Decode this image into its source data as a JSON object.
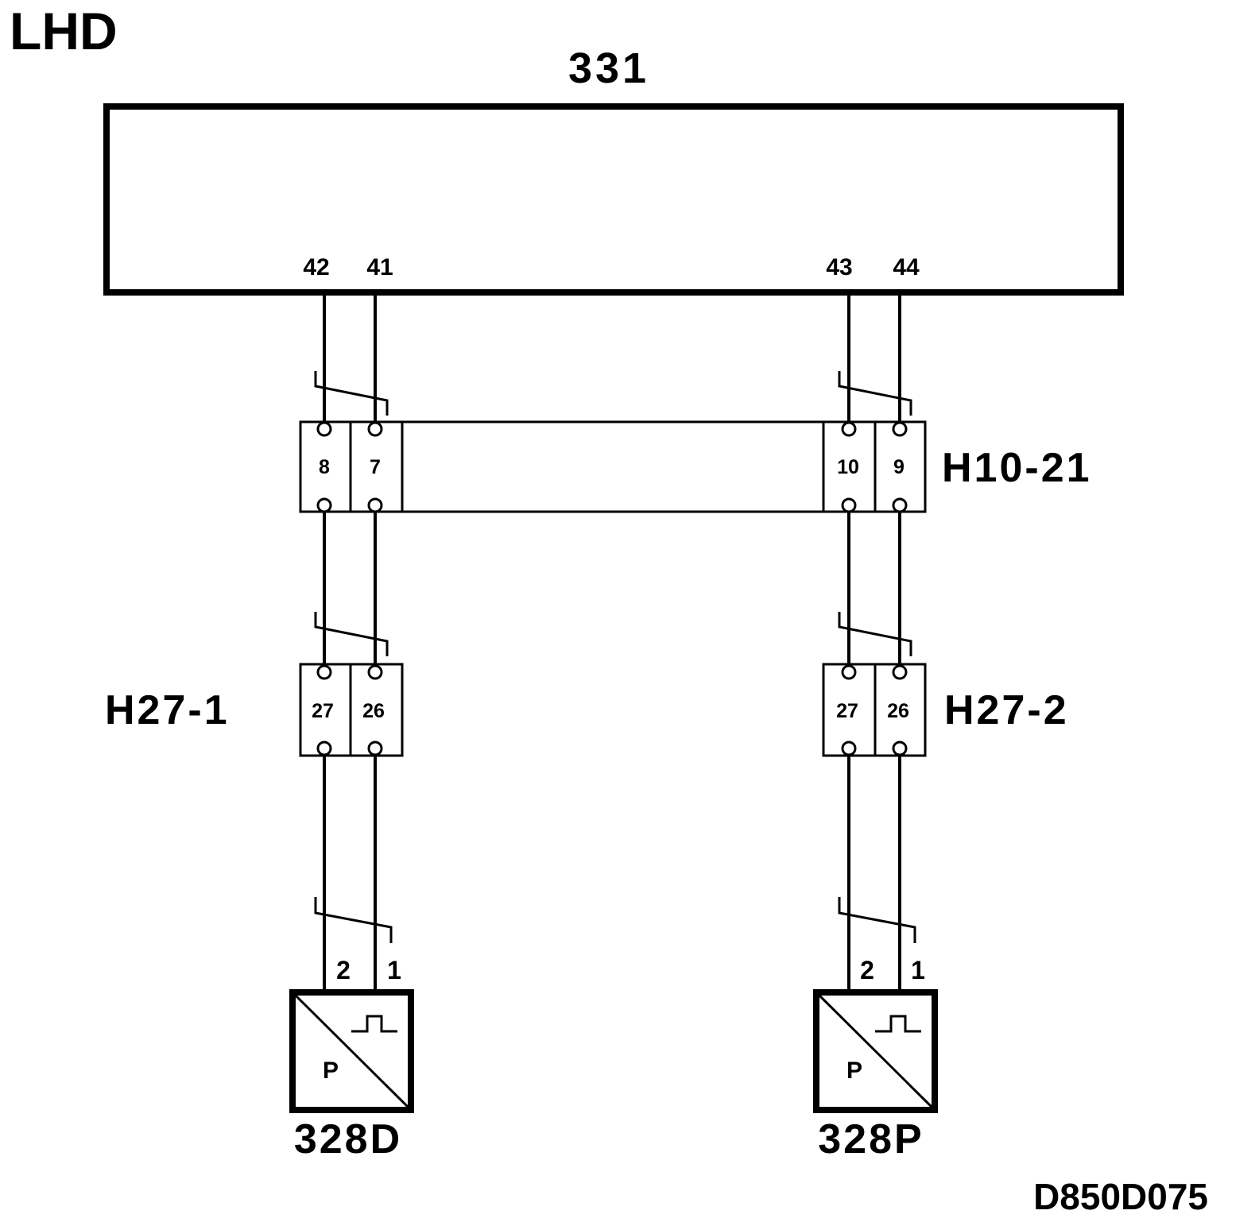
{
  "title": "LHD",
  "control_unit": {
    "label": "331",
    "pins": [
      "42",
      "41",
      "43",
      "44"
    ]
  },
  "connector_h10_21": {
    "label": "H10-21",
    "pins": [
      "8",
      "7",
      "10",
      "9"
    ]
  },
  "connector_h27_1": {
    "label": "H27-1",
    "pins": [
      "27",
      "26"
    ]
  },
  "connector_h27_2": {
    "label": "H27-2",
    "pins": [
      "27",
      "26"
    ]
  },
  "sensor_328d": {
    "label": "328D",
    "pins": [
      "2",
      "1"
    ],
    "symbol_letter": "P"
  },
  "sensor_328p": {
    "label": "328P",
    "pins": [
      "2",
      "1"
    ],
    "symbol_letter": "P"
  },
  "figure_code": "D850D075"
}
